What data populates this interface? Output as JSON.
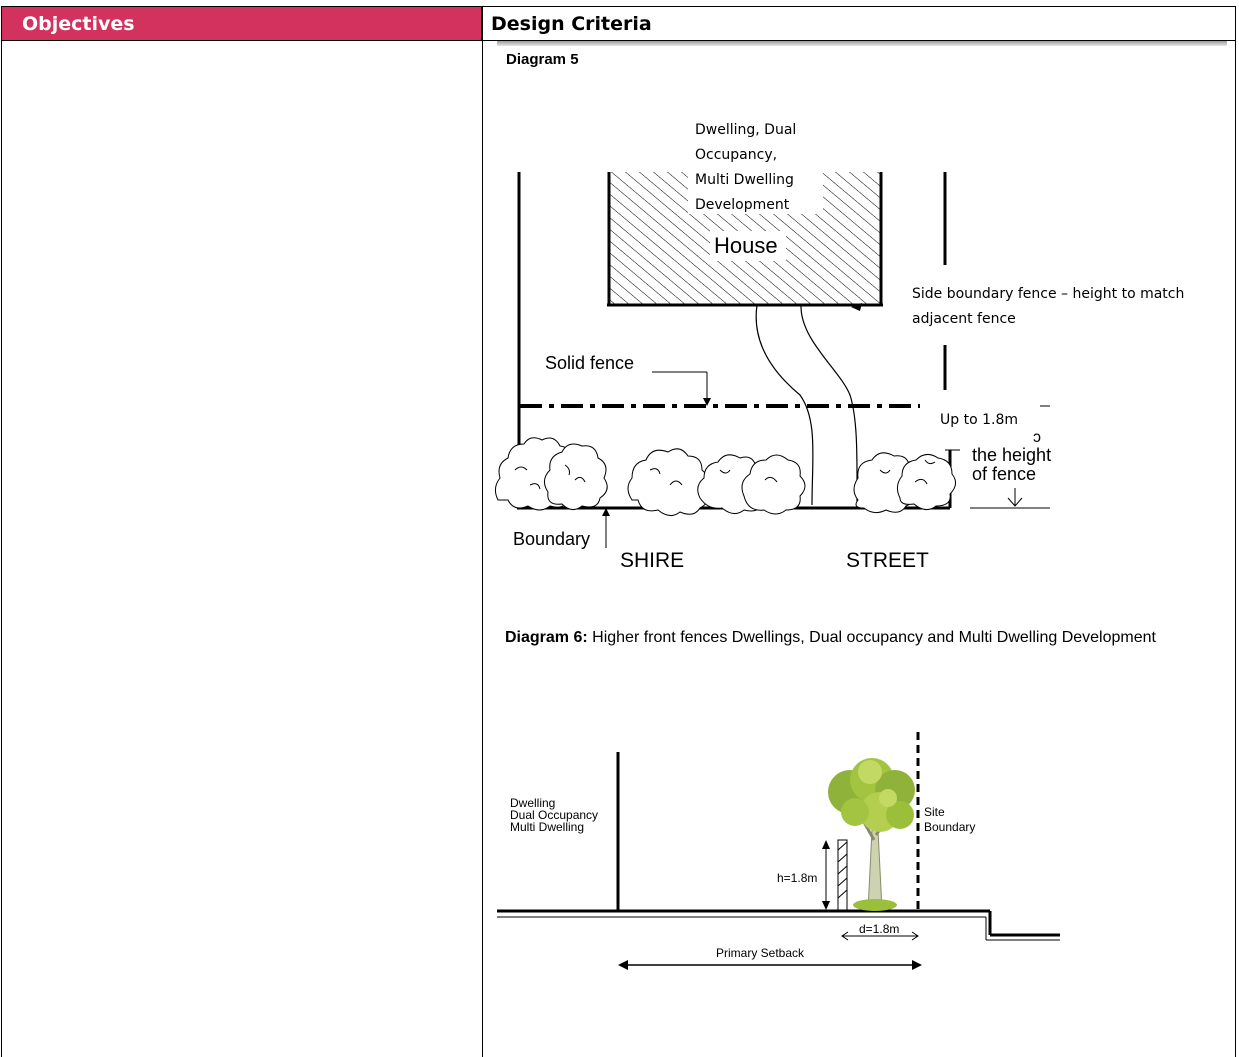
{
  "header": {
    "left_label": "Objectives",
    "right_label": "Design Criteria",
    "accent_color": "#d4325e"
  },
  "diagram5": {
    "title": "Diagram 5",
    "building_label": [
      "Dwelling, Dual",
      "Occupancy,",
      "Multi Dwelling",
      "Development"
    ],
    "house_label": "House",
    "side_fence_label": [
      "Side boundary fence – height to match",
      "adjacent fence"
    ],
    "solid_fence_label": "Solid fence",
    "height_label": "Up to 1.8m",
    "height_fragment": "ɔ",
    "height_of_fence": [
      "the height",
      "of fence"
    ],
    "boundary_label": "Boundary",
    "street_left": "SHIRE",
    "street_right": "STREET"
  },
  "diagram6": {
    "title_bold": "Diagram 6:",
    "title_rest": " Higher front fences Dwellings, Dual occupancy and Multi Dwelling Development",
    "building_label": [
      "Dwelling",
      "Dual Occupancy",
      "Multi Dwelling"
    ],
    "site_boundary_label": [
      "Site",
      "Boundary"
    ],
    "h_label": "h=1.8m",
    "d_label": "d=1.8m",
    "setback_label": "Primary  Setback"
  }
}
